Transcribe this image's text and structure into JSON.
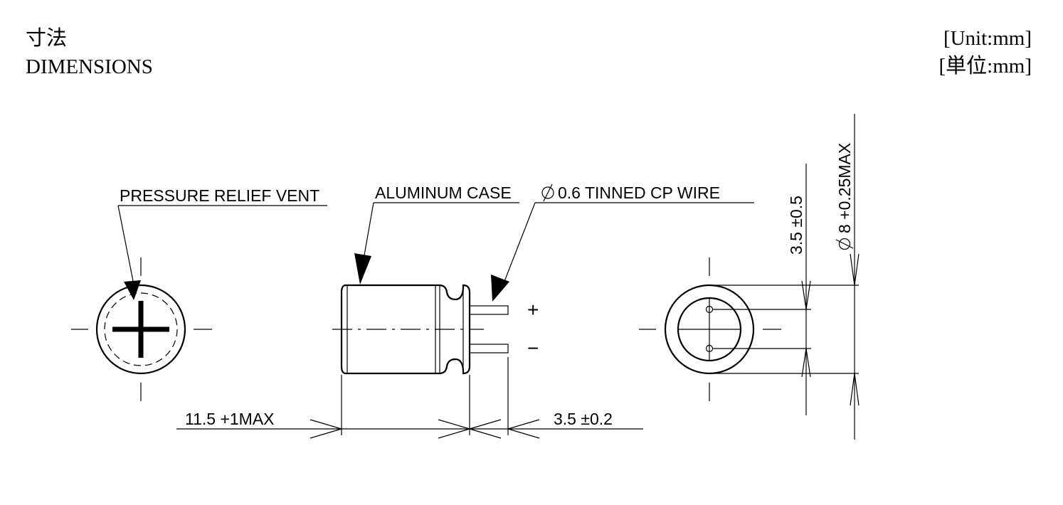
{
  "header": {
    "title_jp": "寸法",
    "title_en": "DIMENSIONS",
    "unit_en": "[Unit:mm]",
    "unit_jp": "[単位:mm]"
  },
  "drawing": {
    "labels": {
      "vent": "PRESSURE RELIEF VENT",
      "case": "ALUMINUM CASE",
      "wire": "0.6 TINNED CP WIRE",
      "length": "11.5 +1MAX",
      "lead_length": "3.5 ±0.2",
      "lead_spacing": "3.5 ±0.5",
      "diameter": "8 +0.25MAX",
      "plus": "+",
      "minus": "−"
    }
  }
}
